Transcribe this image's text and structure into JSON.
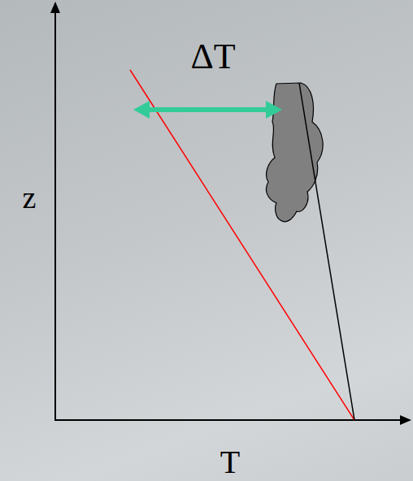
{
  "diagram": {
    "labels": [
      "ΔT",
      "z",
      "T"
    ]
  }
}
